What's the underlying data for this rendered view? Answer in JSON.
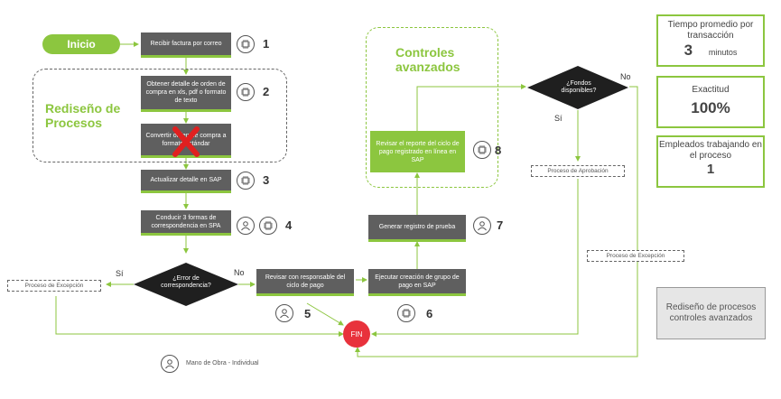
{
  "start": {
    "label": "Inicio"
  },
  "groups": {
    "redesign": "Rediseño de Procesos",
    "advanced": "Controles avanzados"
  },
  "steps": {
    "s1": "Recibir factura por correo",
    "s2": "Obtener detalle de orden de compra en xls, pdf o formato de texto",
    "s2b": "Convertir orden de compra a formato estándar",
    "s3": "Actualizar detalle en SAP",
    "s4": "Conducir 3 formas de correspondencia en SPA",
    "s5": "Revisar con responsable del ciclo de pago",
    "s6": "Ejecutar creación de grupo de pago en SAP",
    "s7": "Generar registro de prueba",
    "s8": "Revisar el reporte del ciclo de pago registrado en línea en SAP"
  },
  "numbers": {
    "n1": "1",
    "n2": "2",
    "n3": "3",
    "n4": "4",
    "n5": "5",
    "n6": "6",
    "n7": "7",
    "n8": "8"
  },
  "decisions": {
    "error": "¿Error de correspondencia?",
    "funds": "¿Fondos disponibles?"
  },
  "branch_labels": {
    "error_yes": "Sí",
    "error_no": "No",
    "funds_yes": "Sí",
    "funds_no": "No"
  },
  "dashed_boxes": {
    "exception_left": "Proceso de Excepción",
    "approval": "Proceso de Aprobación",
    "exception_right": "Proceso de Excepción"
  },
  "end": {
    "label": "FIN"
  },
  "legend": {
    "label": "Mano de Obra - Individual"
  },
  "metrics": {
    "time": {
      "label": "Tiempo promedio por transacción",
      "value": "3",
      "unit": "minutos"
    },
    "accuracy": {
      "label": "Exactitud",
      "value": "100%"
    },
    "employees": {
      "label": "Empleados trabajando en el proceso",
      "value": "1"
    }
  },
  "redesign_legend": "Rediseño de procesos controles avanzados",
  "colors": {
    "accent": "#8cc63f",
    "box": "#5f5f5f",
    "cross": "#e02020",
    "end": "#e8323c"
  },
  "icons": {
    "automation": "chip-icon",
    "person": "person-icon",
    "removed": "red-cross-icon"
  }
}
